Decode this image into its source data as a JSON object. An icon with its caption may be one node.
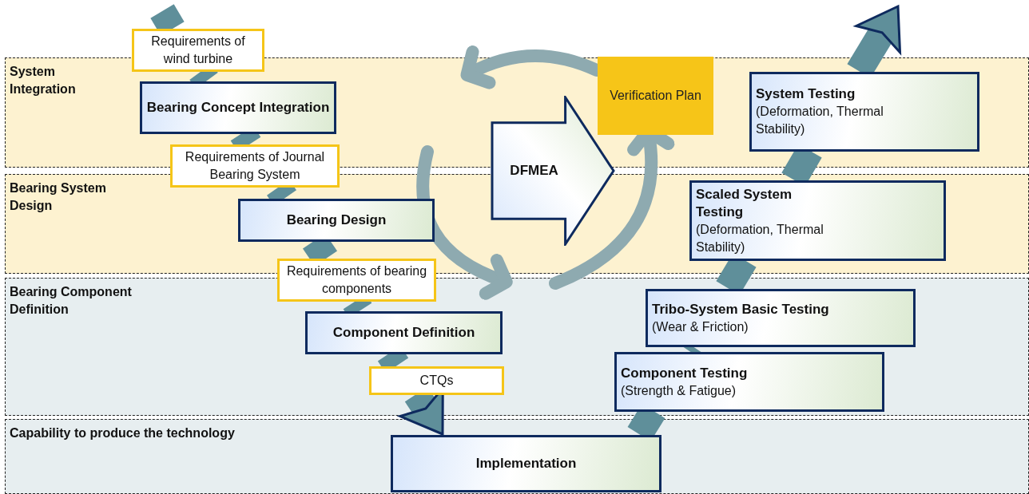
{
  "diagram": {
    "nodes": [
      {
        "text": [
          "System Integration"
        ]
      },
      {
        "text": [
          "Bearing System Design"
        ]
      },
      {
        "text": [
          "Bearing Component Definition"
        ]
      },
      {
        "text": [
          "Capability to produce the technology"
        ]
      },
      {
        "text": [
          "Requirements of wind turbine"
        ]
      },
      {
        "text": [
          "Bearing Concept Integration"
        ],
        "in": 0
      },
      {
        "text": [
          "Requirements of Journal Bearing System"
        ]
      },
      {
        "text": [
          "Bearing Design"
        ],
        "in": 1
      },
      {
        "text": [
          "Requirements of bearing components"
        ]
      },
      {
        "text": [
          "Component Definition"
        ],
        "in": 2
      },
      {
        "text": [
          "CTQs"
        ],
        "in": 2
      },
      {
        "text": [
          "Implementation"
        ],
        "in": 3
      },
      {
        "text": [
          "DFMEA"
        ]
      },
      {
        "text": [
          "Verification Plan"
        ],
        "in": 0
      },
      {
        "text": [
          "System Testing",
          "(Deformation, Thermal Stability)"
        ],
        "in": 0
      },
      {
        "text": [
          "Scaled System Testing",
          "(Deformation, Thermal Stability)"
        ],
        "in": 1
      },
      {
        "text": [
          "Tribo-System Basic Testing",
          "(Wear & Friction)"
        ],
        "in": 2
      },
      {
        "text": [
          "Component Testing",
          "(Strength & Fatigue)"
        ],
        "in": 2
      }
    ],
    "edges": [
      {
        "from": null,
        "to": 4,
        "arrow": "none"
      },
      {
        "from": 4,
        "to": 5,
        "arrow": "none"
      },
      {
        "from": 5,
        "to": 6,
        "arrow": "none"
      },
      {
        "from": 6,
        "to": 7,
        "arrow": "none"
      },
      {
        "from": 7,
        "to": 8,
        "arrow": "none"
      },
      {
        "from": 8,
        "to": 9,
        "arrow": "none"
      },
      {
        "from": 9,
        "to": 10,
        "arrow": "none"
      },
      {
        "from": 10,
        "to": 11,
        "arrow": "to"
      },
      {
        "from": 11,
        "to": 17,
        "arrow": "none"
      },
      {
        "from": 17,
        "to": 16,
        "arrow": "none"
      },
      {
        "from": 16,
        "to": 15,
        "arrow": "none"
      },
      {
        "from": 15,
        "to": 14,
        "arrow": "none"
      },
      {
        "from": 14,
        "to": null,
        "arrow": "to"
      },
      {
        "from": 13,
        "to": 0,
        "arrow": "to",
        "color": "#8eaab0"
      },
      {
        "from": 2,
        "to": 13,
        "arrow": "to",
        "color": "#8eaab0"
      }
    ]
  }
}
